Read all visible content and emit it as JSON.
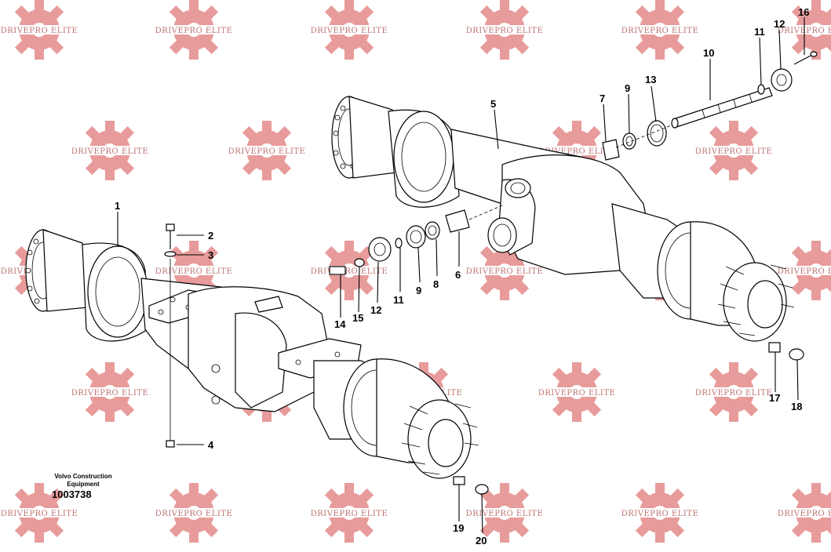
{
  "watermark": {
    "text": "DRIVEPRO ELITE",
    "color": "#e07a7a"
  },
  "caption": {
    "line1": "Volvo Construction",
    "line2": "Equipment",
    "number": "1003738"
  },
  "callouts": {
    "c1": "1",
    "c2": "2",
    "c3": "3",
    "c4": "4",
    "c5": "5",
    "c6": "6",
    "c7": "7",
    "c8_lower": "8",
    "c9_upper": "9",
    "c9_lower": "9",
    "c10": "10",
    "c11_upper": "11",
    "c11_lower": "11",
    "c12_upper": "12",
    "c12_lower": "12",
    "c13": "13",
    "c14": "14",
    "c15": "15",
    "c16": "16",
    "c17": "17",
    "c18": "18",
    "c19": "19",
    "c20": "20"
  }
}
